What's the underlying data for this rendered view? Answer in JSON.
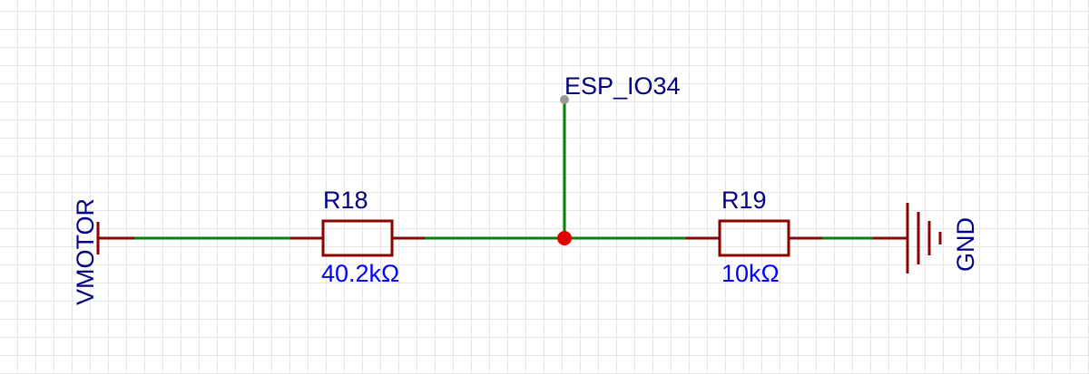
{
  "schematic": {
    "net_label": "ESP_IO34",
    "power_port": "VMOTOR",
    "ground_port": "GND",
    "resistors": [
      {
        "designator": "R18",
        "value": "40.2kΩ"
      },
      {
        "designator": "R19",
        "value": "10kΩ"
      }
    ],
    "colors": {
      "wire": "#008000",
      "component": "#8b0000",
      "designator_text": "#000080",
      "value_text": "#0000ff",
      "junction": "#e00000",
      "pin_dot": "#999999"
    }
  }
}
